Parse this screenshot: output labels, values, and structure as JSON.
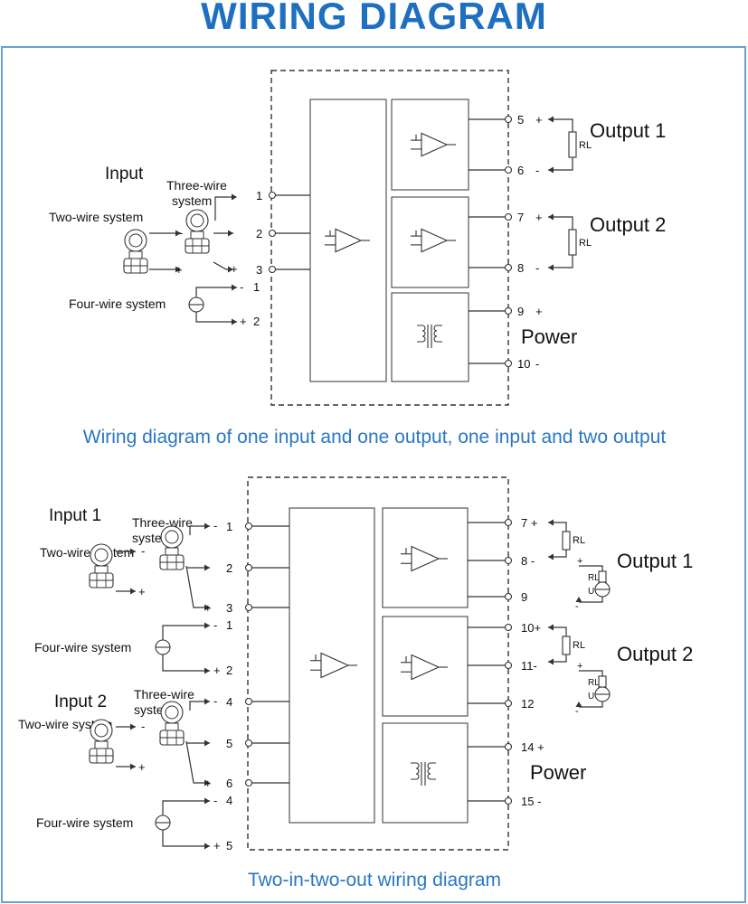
{
  "title": "WIRING DIAGRAM",
  "colors": {
    "title": "#1f6fc0",
    "caption": "#2a77c4",
    "frame_border": "#6aa0d0",
    "line": "#333333"
  },
  "diagram1": {
    "caption": "Wiring diagram of one input and one output, one input and two output",
    "input_title": "Input",
    "three_wire": [
      "Three-wire",
      "system"
    ],
    "two_wire": "Two-wire system",
    "four_wire": "Four-wire system",
    "input_terminals": [
      {
        "num": "1",
        "sign": "-"
      },
      {
        "num": "2",
        "sign": "+"
      },
      {
        "num": "3",
        "sign": "+"
      }
    ],
    "four_wire_terminals": [
      {
        "num": "1",
        "sign": "-"
      },
      {
        "num": "2",
        "sign": "+"
      }
    ],
    "out_terminals": [
      "5",
      "6",
      "7",
      "8",
      "9",
      "10"
    ],
    "out_signs": [
      "+",
      "-",
      "+",
      "-",
      "+",
      "-"
    ],
    "output1": "Output 1",
    "output2": "Output 2",
    "power": "Power",
    "rl": "RL"
  },
  "diagram2": {
    "caption": "Two-in-two-out wiring diagram",
    "input1_title": "Input 1",
    "input2_title": "Input 2",
    "three_wire": [
      "Three-wire",
      "system"
    ],
    "two_wire": "Two-wire system",
    "four_wire": "Four-wire system",
    "in1_terminals": [
      {
        "num": "1",
        "sign": "-"
      },
      {
        "num": "2",
        "sign": "+"
      },
      {
        "num": "3",
        "sign": "+"
      }
    ],
    "four1_terminals": [
      {
        "num": "1",
        "sign": "-"
      },
      {
        "num": "2",
        "sign": "+"
      }
    ],
    "in2_terminals": [
      {
        "num": "4",
        "sign": "-"
      },
      {
        "num": "5",
        "sign": "+"
      },
      {
        "num": "6",
        "sign": "+"
      }
    ],
    "four2_terminals": [
      {
        "num": "4",
        "sign": "-"
      },
      {
        "num": "5",
        "sign": "+"
      }
    ],
    "out_terminals": [
      "7 +",
      "8 -",
      "9",
      "10+",
      "11-",
      "12",
      "14 +",
      "15 -"
    ],
    "output1": "Output 1",
    "output2": "Output 2",
    "power": "Power",
    "rl": "RL",
    "u": "U"
  }
}
